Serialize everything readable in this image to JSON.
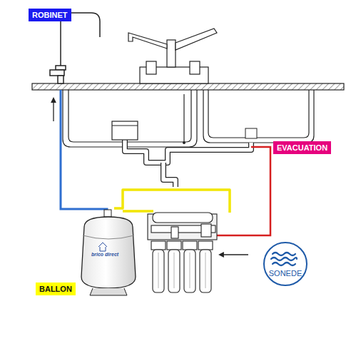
{
  "diagram": {
    "nodes": [
      {
        "text": [
          "ROBINET"
        ]
      },
      {
        "text": [
          "EVACUATION"
        ]
      },
      {
        "text": [
          "BALLON"
        ]
      },
      {
        "text": [
          "SONEDE"
        ]
      }
    ],
    "labels": [
      "brico direct"
    ]
  }
}
